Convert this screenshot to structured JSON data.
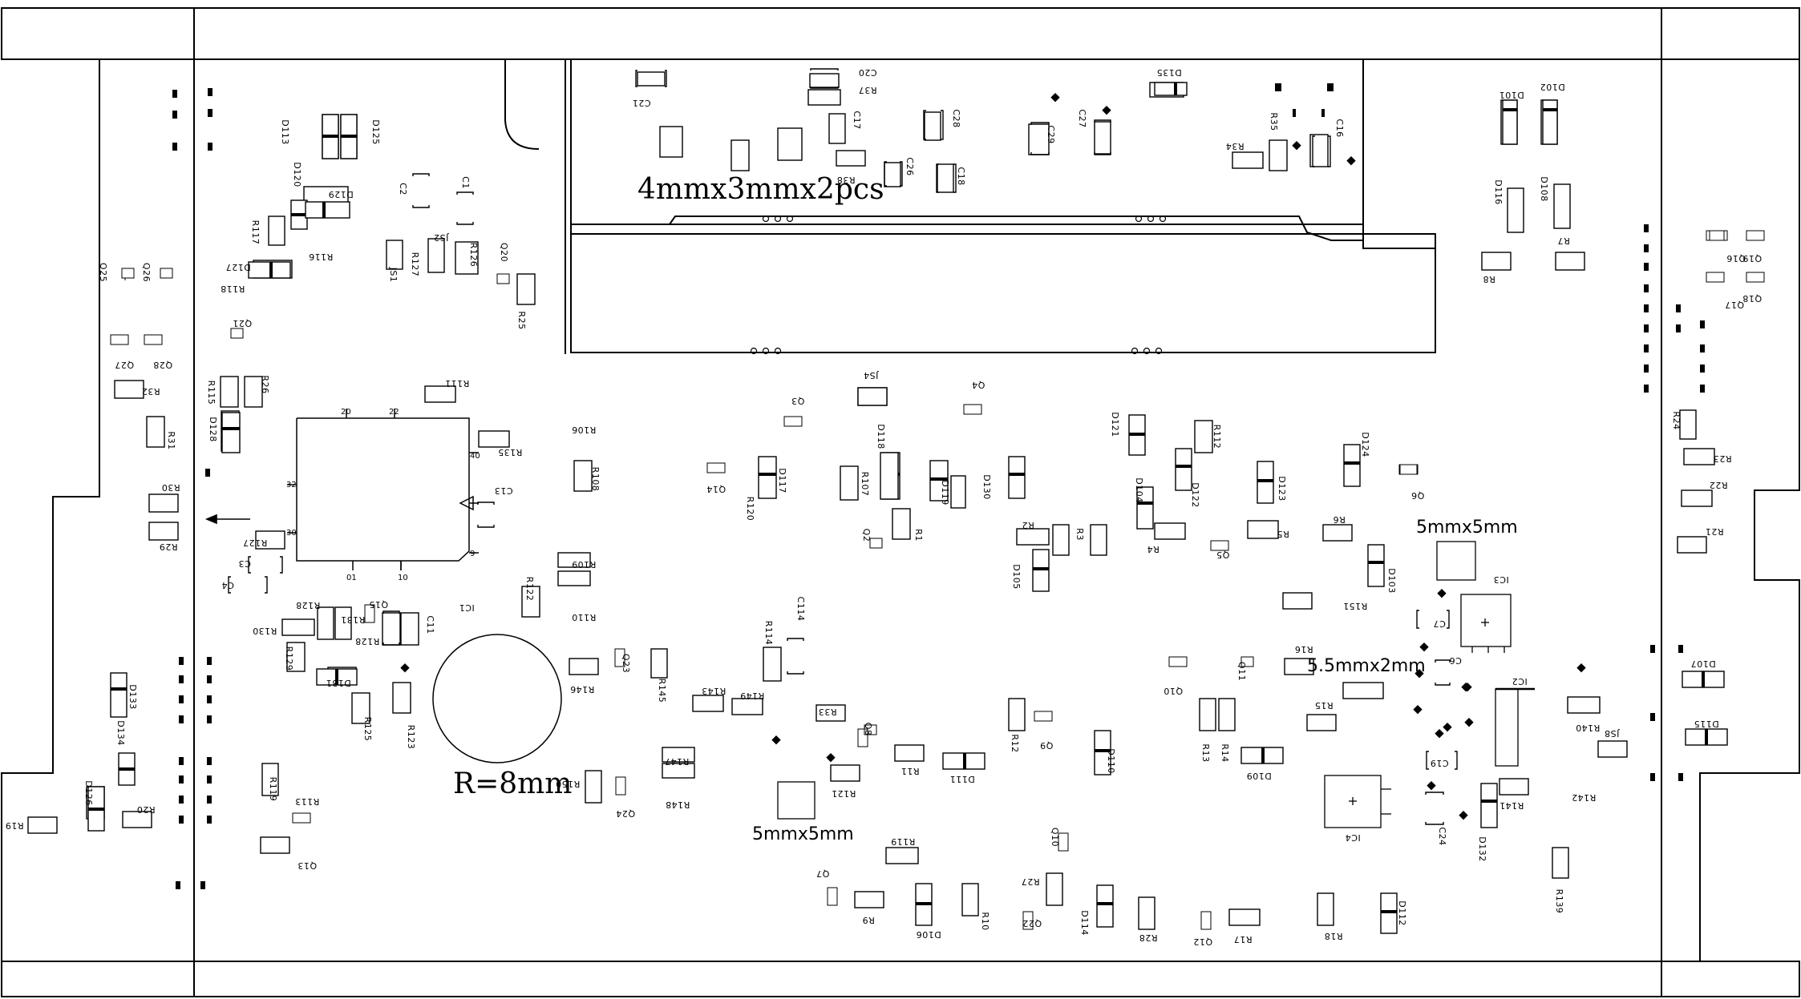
{
  "notes": {
    "connector": "4mmx3mmx2pcs",
    "ic3": "5mmx5mm",
    "ic2": "5.5mmx2mm",
    "battery": "R=8mm",
    "center_ic": "5mmx5mm"
  },
  "ic1_pins": {
    "p20": "20",
    "p22": "22",
    "p40": "40",
    "p32": "32",
    "p30": "30",
    "p9": "9",
    "p01": "01",
    "p10": "10"
  },
  "labels": {
    "C21": "C21",
    "C20": "C20",
    "R37": "R37",
    "C17": "C17",
    "R38": "R38",
    "C28": "C28",
    "C26": "C26",
    "C18": "C18",
    "C29": "C29",
    "C27": "C27",
    "D135": "D135",
    "R34": "R34",
    "R35": "R35",
    "C16": "C16",
    "D101": "D101",
    "D102": "D102",
    "D116": "D116",
    "D108": "D108",
    "R7": "R7",
    "R8": "R8",
    "Q19": "Q19",
    "Q16": "Q16",
    "Q18": "Q18",
    "Q17": "Q17",
    "D113": "D113",
    "D125": "D125",
    "D120": "D120",
    "D129": "D129",
    "C2": "C2",
    "C1": "C1",
    "R117": "R117",
    "R116": "R116",
    "JS2": "JS2",
    "JS1": "JS1",
    "R127": "R127",
    "R126": "R126",
    "Q20": "Q20",
    "R25": "R25",
    "D127": "D127",
    "R118": "R118",
    "Q25": "Q25",
    "Q26": "Q26",
    "Q21": "Q21",
    "Q27": "Q27",
    "Q28": "Q28",
    "R32": "R32",
    "R31": "R31",
    "R115": "R115",
    "D128": "D128",
    "R26": "R26",
    "R30": "R30",
    "R29": "R29",
    "R111": "R111",
    "JS4": "JS4",
    "Q4": "Q4",
    "Q3": "Q3",
    "R106": "R106",
    "R108": "R108",
    "R135": "R135",
    "Q14": "Q14",
    "R120": "R120",
    "D117": "D117",
    "R107": "R107",
    "D118": "D118",
    "R1": "R1",
    "D119": "D119",
    "D130": "D130",
    "Q2": "Q2",
    "D121": "D121",
    "R112": "R112",
    "D122": "D122",
    "D123": "D123",
    "D104": "D104",
    "D124": "D124",
    "Q6": "Q6",
    "R2": "R2",
    "R3": "R3",
    "R4": "R4",
    "Q5": "Q5",
    "R5": "R5",
    "R6": "R6",
    "D105": "D105",
    "D103": "D103",
    "IC3": "IC3",
    "R151": "R151",
    "C7": "C7",
    "C6": "C6",
    "C13": "C13",
    "R127b": "R127",
    "C3": "C3",
    "C4": "C4",
    "R128": "R128",
    "Q15": "Q15",
    "IC1": "IC1",
    "R109": "R109",
    "R110": "R110",
    "R122": "R122",
    "R130": "R130",
    "R131": "R131",
    "R129": "R129",
    "R128b": "R128",
    "C11": "C11",
    "C114": "C114",
    "R114": "R114",
    "Q23": "Q23",
    "R145": "R145",
    "R146": "R146",
    "R143": "R143",
    "R149": "R149",
    "D131": "D131",
    "R125": "R125",
    "R123": "R123",
    "D133": "D133",
    "D134": "D134",
    "D126": "D126",
    "R20": "R20",
    "R19": "R19",
    "R113": "R113",
    "R119b": "R119",
    "Q13": "Q13",
    "R33": "R33",
    "Q8": "Q8",
    "R147": "R147",
    "R148": "R148",
    "R150": "R150",
    "Q24": "Q24",
    "R121": "R121",
    "R11": "R11",
    "D111": "D111",
    "R12": "R12",
    "Q9": "Q9",
    "D110": "D110",
    "Q10": "Q10",
    "Q11": "Q11",
    "R16": "R16",
    "R15": "R15",
    "R13": "R13",
    "R14": "R14",
    "D109": "D109",
    "C19": "C19",
    "IC2": "IC2",
    "R140": "R140",
    "JS8": "JS8",
    "D107": "D107",
    "D115": "D115",
    "R142": "R142",
    "R141": "R141",
    "D132": "D132",
    "C24": "C24",
    "IC4": "IC4",
    "R139": "R139",
    "D112": "D112",
    "R18": "R18",
    "R17": "R17",
    "Q12": "Q12",
    "R28": "R28",
    "D114": "D114",
    "Q22": "Q22",
    "R27": "R27",
    "Q10b": "Q10",
    "R119": "R119",
    "Q7": "Q7",
    "R9": "R9",
    "D106": "D106",
    "R10": "R10",
    "R24": "R24",
    "R23": "R23",
    "R22": "R22",
    "R21": "R21"
  }
}
